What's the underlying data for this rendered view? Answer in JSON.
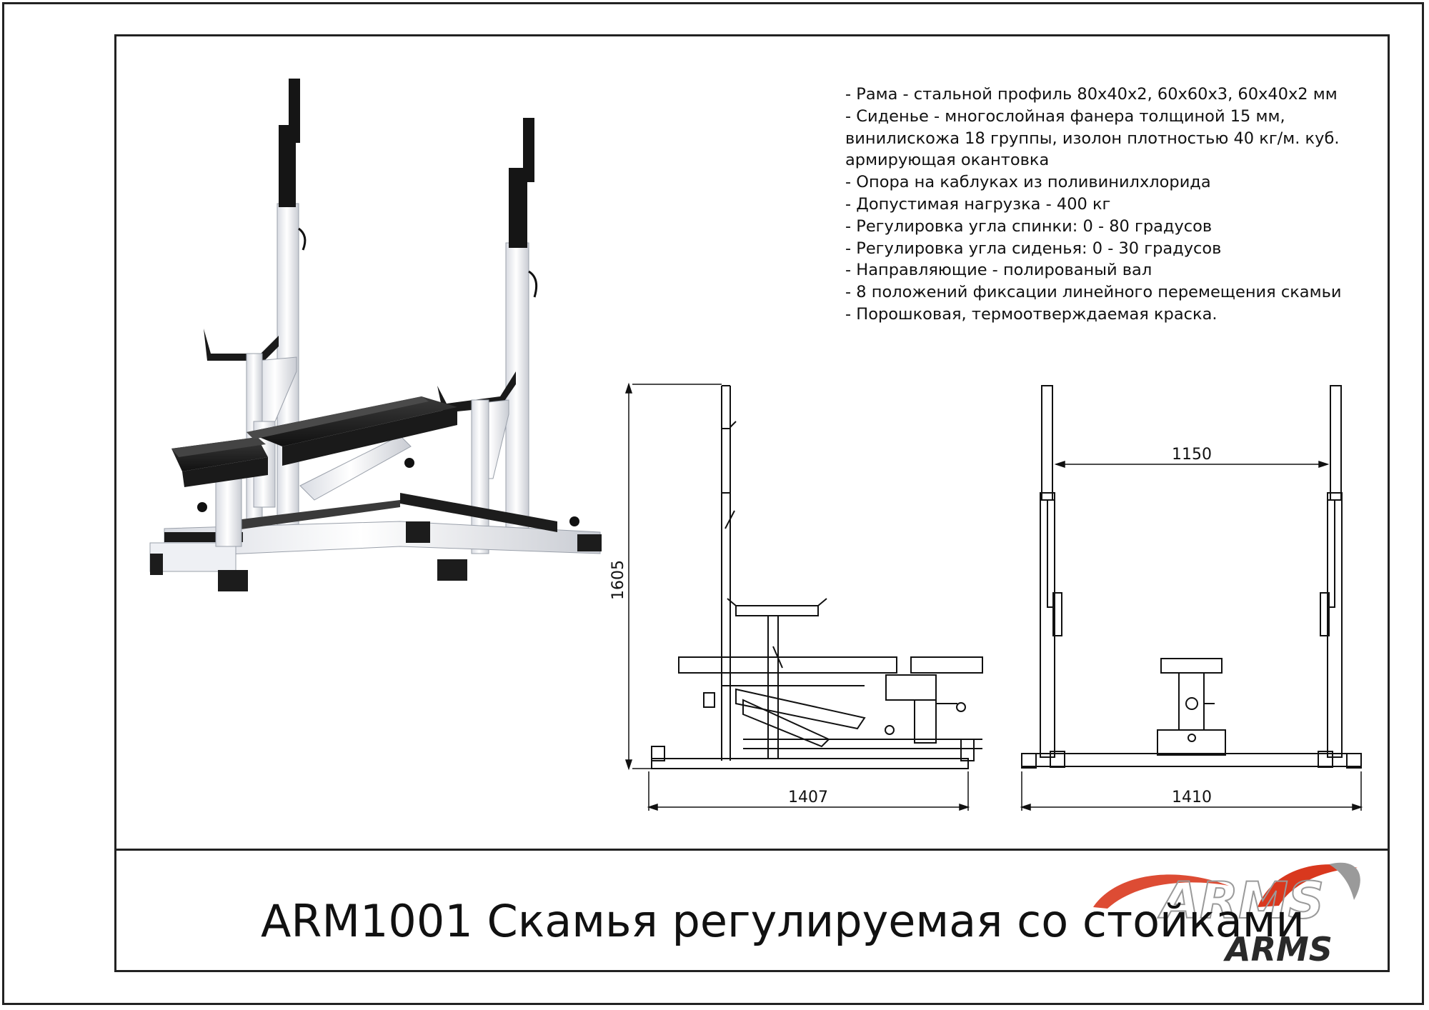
{
  "document": {
    "specs": [
      "- Рама - стальной профиль 80х40х2, 60х60х3, 60х40х2 мм",
      "- Сиденье - многослойная фанера толщиной 15 мм,",
      "винилискожа 18 группы, изолон плотностью 40 кг/м. куб.",
      "армирующая окантовка",
      "- Опора на каблуках из поливинилхлорида",
      "- Допустимая нагрузка - 400 кг",
      "- Регулировка угла спинки: 0 - 80 градусов",
      "- Регулировка угла сиденья: 0 - 30 градусов",
      "- Направляющие - полированый вал",
      "- 8 положений фиксации линейного перемещения скамьи",
      "- Порошковая, термоотверждаемая краска."
    ],
    "dimensions": {
      "height": "1605",
      "length": "1407",
      "width": "1410",
      "rack_spacing": "1150"
    },
    "title": "ARM1001 Скамья регулируемая со стойками",
    "brand": {
      "name_outline": "ARMS",
      "name_bottom": "ARMS",
      "color_red": "#d9381e",
      "color_grey": "#9a9a9a"
    }
  }
}
